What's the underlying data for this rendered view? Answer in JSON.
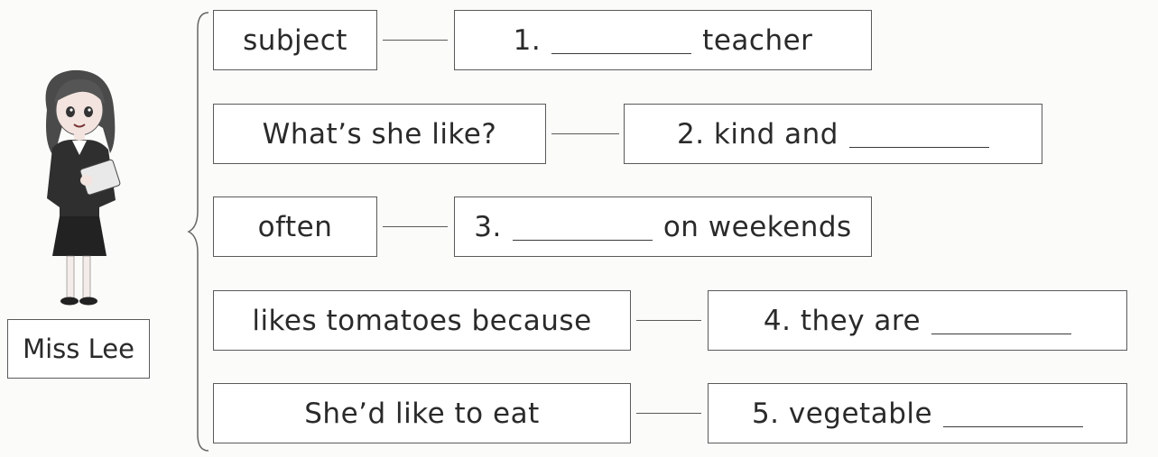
{
  "character": {
    "name": "Miss Lee",
    "illustration": "teacher-figure"
  },
  "rows": [
    {
      "prompt": "subject",
      "num": "1.",
      "before": "",
      "after": "teacher"
    },
    {
      "prompt": "What’s she like?",
      "num": "2.",
      "before": "kind and",
      "after": ""
    },
    {
      "prompt": "often",
      "num": "3.",
      "before": "",
      "after": "on weekends"
    },
    {
      "prompt": "likes tomatoes because",
      "num": "4.",
      "before": "they are",
      "after": ""
    },
    {
      "prompt": "She’d like to eat",
      "num": "5.",
      "before": "vegetable",
      "after": ""
    }
  ]
}
